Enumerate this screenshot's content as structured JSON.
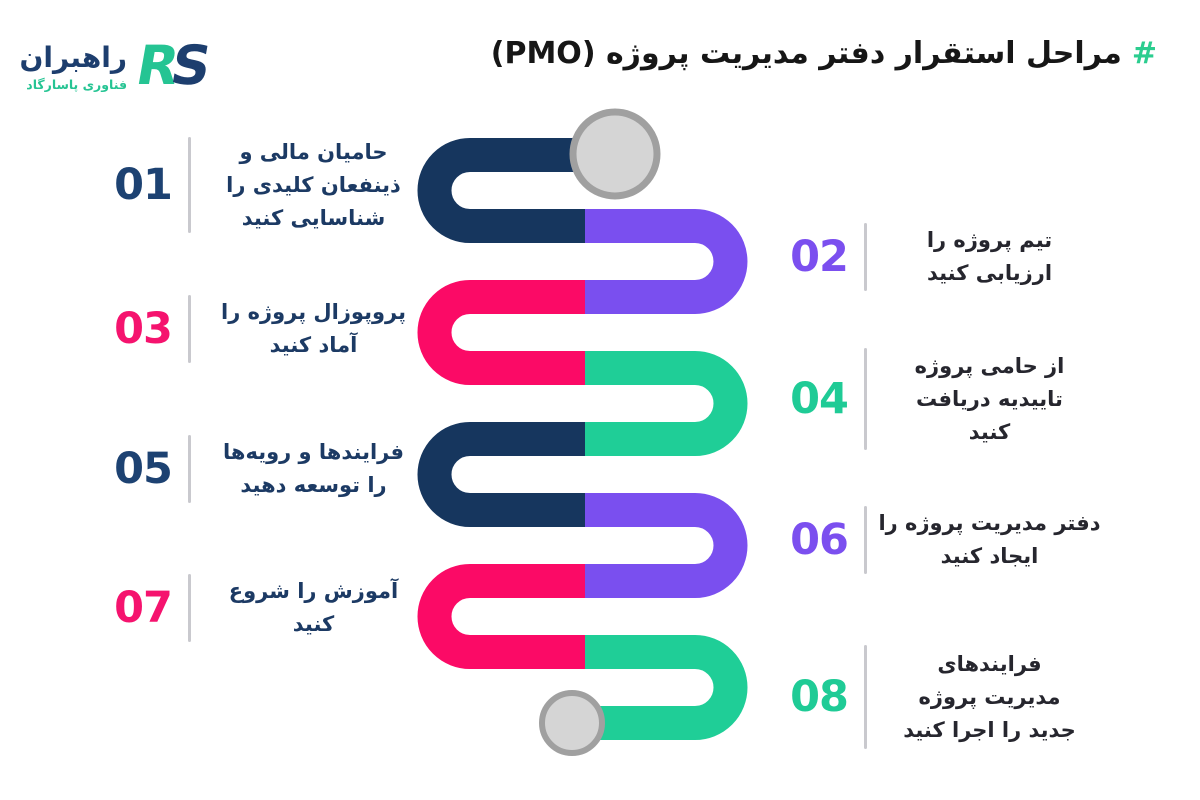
{
  "colors": {
    "navy": "#16365e",
    "purple": "#7a4fef",
    "pink": "#fb0a66",
    "green": "#1fce97",
    "num-navy": "#1d4272",
    "num-purple": "#7b4fef",
    "num-pink": "#f5136e",
    "num-green": "#1fcb96",
    "text-left": "#1c3a64",
    "text-right": "#26262e",
    "title-ink": "#161616",
    "hash-green": "#2bcd8f",
    "brand-navy": "#1d3e6e",
    "brand-green": "#25c493",
    "divider": "#c9c9ce",
    "marker-fill": "#d5d5d5",
    "marker-stroke": "#a0a0a0"
  },
  "brand": {
    "monogram_r": "R",
    "monogram_s": "S",
    "name": "راهبران",
    "subtitle": "فناوری پاسارگاد"
  },
  "title": {
    "hash": "#",
    "text": "مراحل استقرار دفتر مدیریت پروژه (PMO)"
  },
  "steps": [
    {
      "number": "01",
      "accent": "#1d4272",
      "side": "left",
      "lines": [
        "حامیان مالی و",
        "ذینفعان کلیدی را",
        "شناسایی کنید"
      ]
    },
    {
      "number": "02",
      "accent": "#7b4fef",
      "side": "right",
      "lines": [
        "تیم پروژه را",
        "ارزیابی کنید"
      ]
    },
    {
      "number": "03",
      "accent": "#f5136e",
      "side": "left",
      "lines": [
        "پروپوزال پروژه را",
        "آماد کنید"
      ]
    },
    {
      "number": "04",
      "accent": "#1fcb96",
      "side": "right",
      "lines": [
        "از حامی پروژه",
        "تاییدیه دریافت",
        "کنید"
      ]
    },
    {
      "number": "05",
      "accent": "#1d4272",
      "side": "left",
      "lines": [
        "فرایندها و رویه‌ها",
        "را توسعه دهید"
      ]
    },
    {
      "number": "06",
      "accent": "#7b4fef",
      "side": "right",
      "lines": [
        "دفتر مدیریت پروژه را",
        "ایجاد کنید"
      ]
    },
    {
      "number": "07",
      "accent": "#f5136e",
      "side": "left",
      "lines": [
        "آموزش را شروع",
        "کنید"
      ]
    },
    {
      "number": "08",
      "accent": "#1fcb96",
      "side": "right",
      "lines": [
        "فرایندهای",
        "مدیریت پروژه",
        "جدید را اجرا کنید"
      ]
    }
  ]
}
